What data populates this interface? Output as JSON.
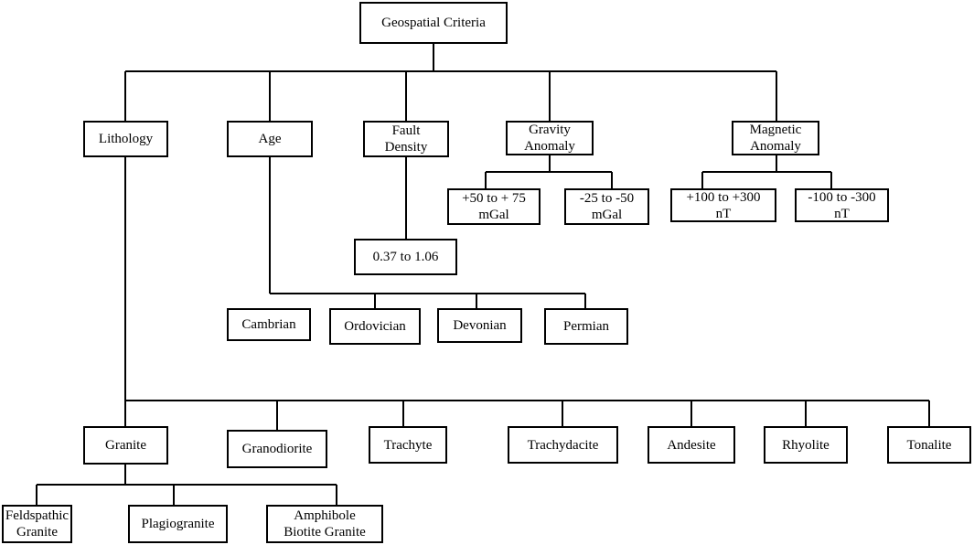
{
  "nodes": {
    "root": "Geospatial Criteria",
    "lithology": "Lithology",
    "age": "Age",
    "fault_density": "Fault\nDensity",
    "gravity_anomaly": "Gravity\nAnomaly",
    "magnetic_anomaly": "Magnetic\nAnomaly",
    "gravity_high": "+50 to + 75\nmGal",
    "gravity_low": "-25 to -50\nmGal",
    "magnetic_high": "+100 to +300\nnT",
    "magnetic_low": "-100 to -300\nnT",
    "fault_range": "0.37 to 1.06",
    "cambrian": "Cambrian",
    "ordovician": "Ordovician",
    "devonian": "Devonian",
    "permian": "Permian",
    "granite": "Granite",
    "granodiorite": "Granodiorite",
    "trachyte": "Trachyte",
    "trachydacite": "Trachydacite",
    "andesite": "Andesite",
    "rhyolite": "Rhyolite",
    "tonalite": "Tonalite",
    "feldspathic_granite": "Feldspathic\nGranite",
    "plagiogranite": "Plagiogranite",
    "amphibole_biotite_granite": "Amphibole\nBiotite Granite"
  }
}
